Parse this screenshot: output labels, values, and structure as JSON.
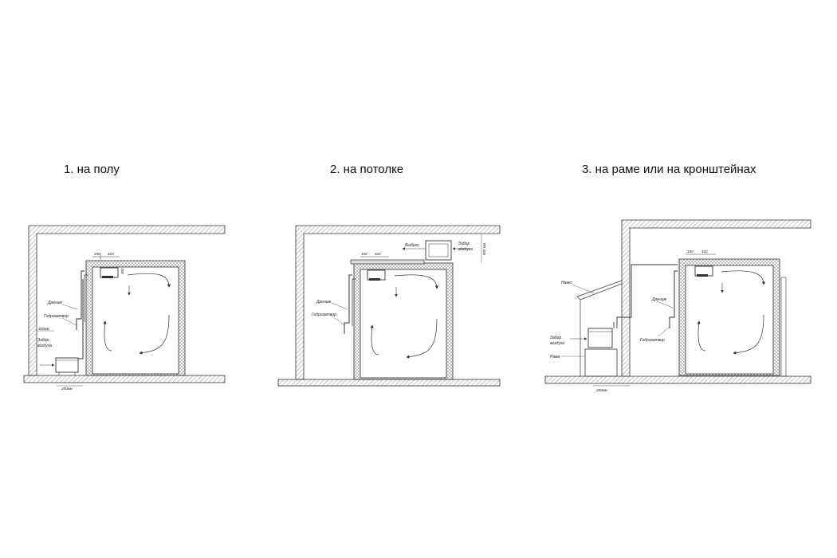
{
  "captions": {
    "floor": "1. на полу",
    "ceiling": "2. на потолке",
    "frame": "3. на раме или на кронштейнах"
  },
  "labels": {
    "drain": "Дренаж",
    "hydroseal": "Гидрозатвор",
    "air_intake_1": "Забор",
    "air_intake_2": "воздуха",
    "exhaust": "Выброс",
    "canopy": "Навес",
    "frame": "Рама",
    "dim_150": "150",
    "dim_420": "420",
    "dim_360": "360",
    "dim_400": "400мм",
    "dim_200": "200мм",
    "dim_600": "600 мм"
  },
  "colors": {
    "line": "#333333",
    "hatch": "#9a9a9a"
  }
}
